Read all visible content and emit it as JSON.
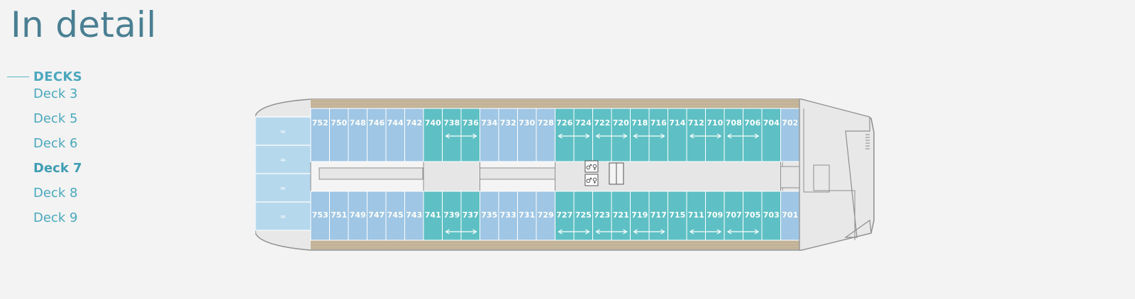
{
  "page": {
    "title": "In detail"
  },
  "nav": {
    "section_label": "DECKS",
    "items": [
      {
        "label": "Deck 3",
        "active": false
      },
      {
        "label": "Deck 5",
        "active": false
      },
      {
        "label": "Deck 6",
        "active": false
      },
      {
        "label": "Deck 7",
        "active": true
      },
      {
        "label": "Deck 8",
        "active": false
      },
      {
        "label": "Deck 9",
        "active": false
      }
    ]
  },
  "deck_plan": {
    "colors": {
      "category_blue": "#9fc6e4",
      "category_teal": "#5ec0c4",
      "forward_lounge": "#b6d8ec",
      "hull": "#e8e8e8",
      "outline": "#8e8e8e",
      "wood_deck": "#c8b89c",
      "label": "#ffffff"
    },
    "top_row": [
      {
        "number": "752",
        "category": "blue"
      },
      {
        "number": "750",
        "category": "blue"
      },
      {
        "number": "748",
        "category": "blue"
      },
      {
        "number": "746",
        "category": "blue"
      },
      {
        "number": "744",
        "category": "blue"
      },
      {
        "number": "742",
        "category": "blue"
      },
      {
        "number": "740",
        "category": "teal"
      },
      {
        "number": "738",
        "category": "teal"
      },
      {
        "number": "736",
        "category": "teal"
      },
      {
        "number": "734",
        "category": "blue"
      },
      {
        "number": "732",
        "category": "blue"
      },
      {
        "number": "730",
        "category": "blue"
      },
      {
        "number": "728",
        "category": "blue"
      },
      {
        "number": "726",
        "category": "teal"
      },
      {
        "number": "724",
        "category": "teal"
      },
      {
        "number": "722",
        "category": "teal"
      },
      {
        "number": "720",
        "category": "teal"
      },
      {
        "number": "718",
        "category": "teal"
      },
      {
        "number": "716",
        "category": "teal"
      },
      {
        "number": "714",
        "category": "teal"
      },
      {
        "number": "712",
        "category": "teal"
      },
      {
        "number": "710",
        "category": "teal"
      },
      {
        "number": "708",
        "category": "teal"
      },
      {
        "number": "706",
        "category": "teal"
      },
      {
        "number": "704",
        "category": "teal"
      },
      {
        "number": "702",
        "category": "blue"
      }
    ],
    "bottom_row": [
      {
        "number": "753",
        "category": "blue"
      },
      {
        "number": "751",
        "category": "blue"
      },
      {
        "number": "749",
        "category": "blue"
      },
      {
        "number": "747",
        "category": "blue"
      },
      {
        "number": "745",
        "category": "blue"
      },
      {
        "number": "743",
        "category": "blue"
      },
      {
        "number": "741",
        "category": "teal"
      },
      {
        "number": "739",
        "category": "teal"
      },
      {
        "number": "737",
        "category": "teal"
      },
      {
        "number": "735",
        "category": "blue"
      },
      {
        "number": "733",
        "category": "blue"
      },
      {
        "number": "731",
        "category": "blue"
      },
      {
        "number": "729",
        "category": "blue"
      },
      {
        "number": "727",
        "category": "teal"
      },
      {
        "number": "725",
        "category": "teal"
      },
      {
        "number": "723",
        "category": "teal"
      },
      {
        "number": "721",
        "category": "teal"
      },
      {
        "number": "719",
        "category": "teal"
      },
      {
        "number": "717",
        "category": "teal"
      },
      {
        "number": "715",
        "category": "teal"
      },
      {
        "number": "711",
        "category": "teal"
      },
      {
        "number": "709",
        "category": "teal"
      },
      {
        "number": "707",
        "category": "teal"
      },
      {
        "number": "705",
        "category": "teal"
      },
      {
        "number": "703",
        "category": "teal"
      },
      {
        "number": "701",
        "category": "blue"
      }
    ],
    "connecting_pairs_top": [
      [
        "738",
        "736"
      ],
      [
        "726",
        "724"
      ],
      [
        "722",
        "720"
      ],
      [
        "718",
        "716"
      ],
      [
        "712",
        "710"
      ],
      [
        "708",
        "706"
      ]
    ],
    "connecting_pairs_bottom": [
      [
        "739",
        "737"
      ],
      [
        "727",
        "725"
      ],
      [
        "723",
        "721"
      ],
      [
        "719",
        "717"
      ],
      [
        "711",
        "709"
      ],
      [
        "707",
        "705"
      ]
    ],
    "icons": [
      "restroom-icon",
      "restroom-icon",
      "elevator-icon"
    ]
  }
}
